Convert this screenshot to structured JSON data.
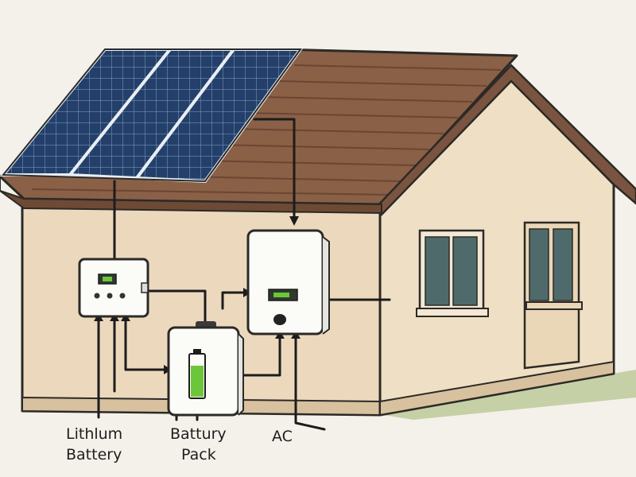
{
  "labels": {
    "lithium_battery": {
      "line1": "Lithlum",
      "line2": "Battery"
    },
    "battery_pack": {
      "line1": "Battury",
      "line2": "Pack"
    },
    "ac": "AC"
  },
  "colors": {
    "background": "#f4f1ea",
    "wall": "#ecd9bd",
    "wall_shadow": "#dcc5a4",
    "roof": "#8a6047",
    "roof_lines": "#6e4a35",
    "solar_panel": "#24406a",
    "solar_grid": "#8fb0d4",
    "device_white": "#fbfbf8",
    "battery_green": "#6cc63a",
    "window_glass": "#4f6a6a",
    "grass": "#8aa15c",
    "wire": "#1c1c1c"
  },
  "icons": {
    "charge_controller": "controller-icon",
    "inverter": "inverter-icon",
    "battery_pack": "battery-icon",
    "solar_panels": "solar-panel-icon"
  }
}
